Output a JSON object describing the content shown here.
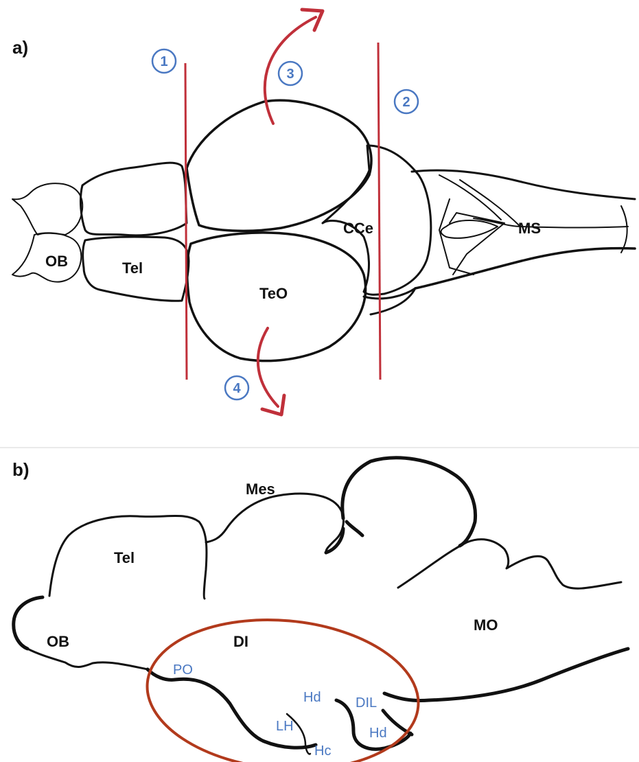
{
  "panel_a": {
    "label": "a)",
    "regions": {
      "ob": "OB",
      "tel": "Tel",
      "teo": "TeO",
      "cce": "CCe",
      "ms": "MS"
    },
    "markers": [
      "1",
      "2",
      "3",
      "4"
    ]
  },
  "panel_b": {
    "label": "b)",
    "regions": {
      "ob": "OB",
      "tel": "Tel",
      "mes": "Mes",
      "di": "DI",
      "mo": "MO"
    },
    "subregions": {
      "po": "PO",
      "hd1": "Hd",
      "lh": "LH",
      "hc": "Hc",
      "dil": "DIL",
      "hd2": "Hd"
    }
  },
  "colors": {
    "cut_lines": "#c0303a",
    "markers": "#4a78c2",
    "highlight_ellipse": "#b23a1c",
    "outline": "#111111"
  }
}
